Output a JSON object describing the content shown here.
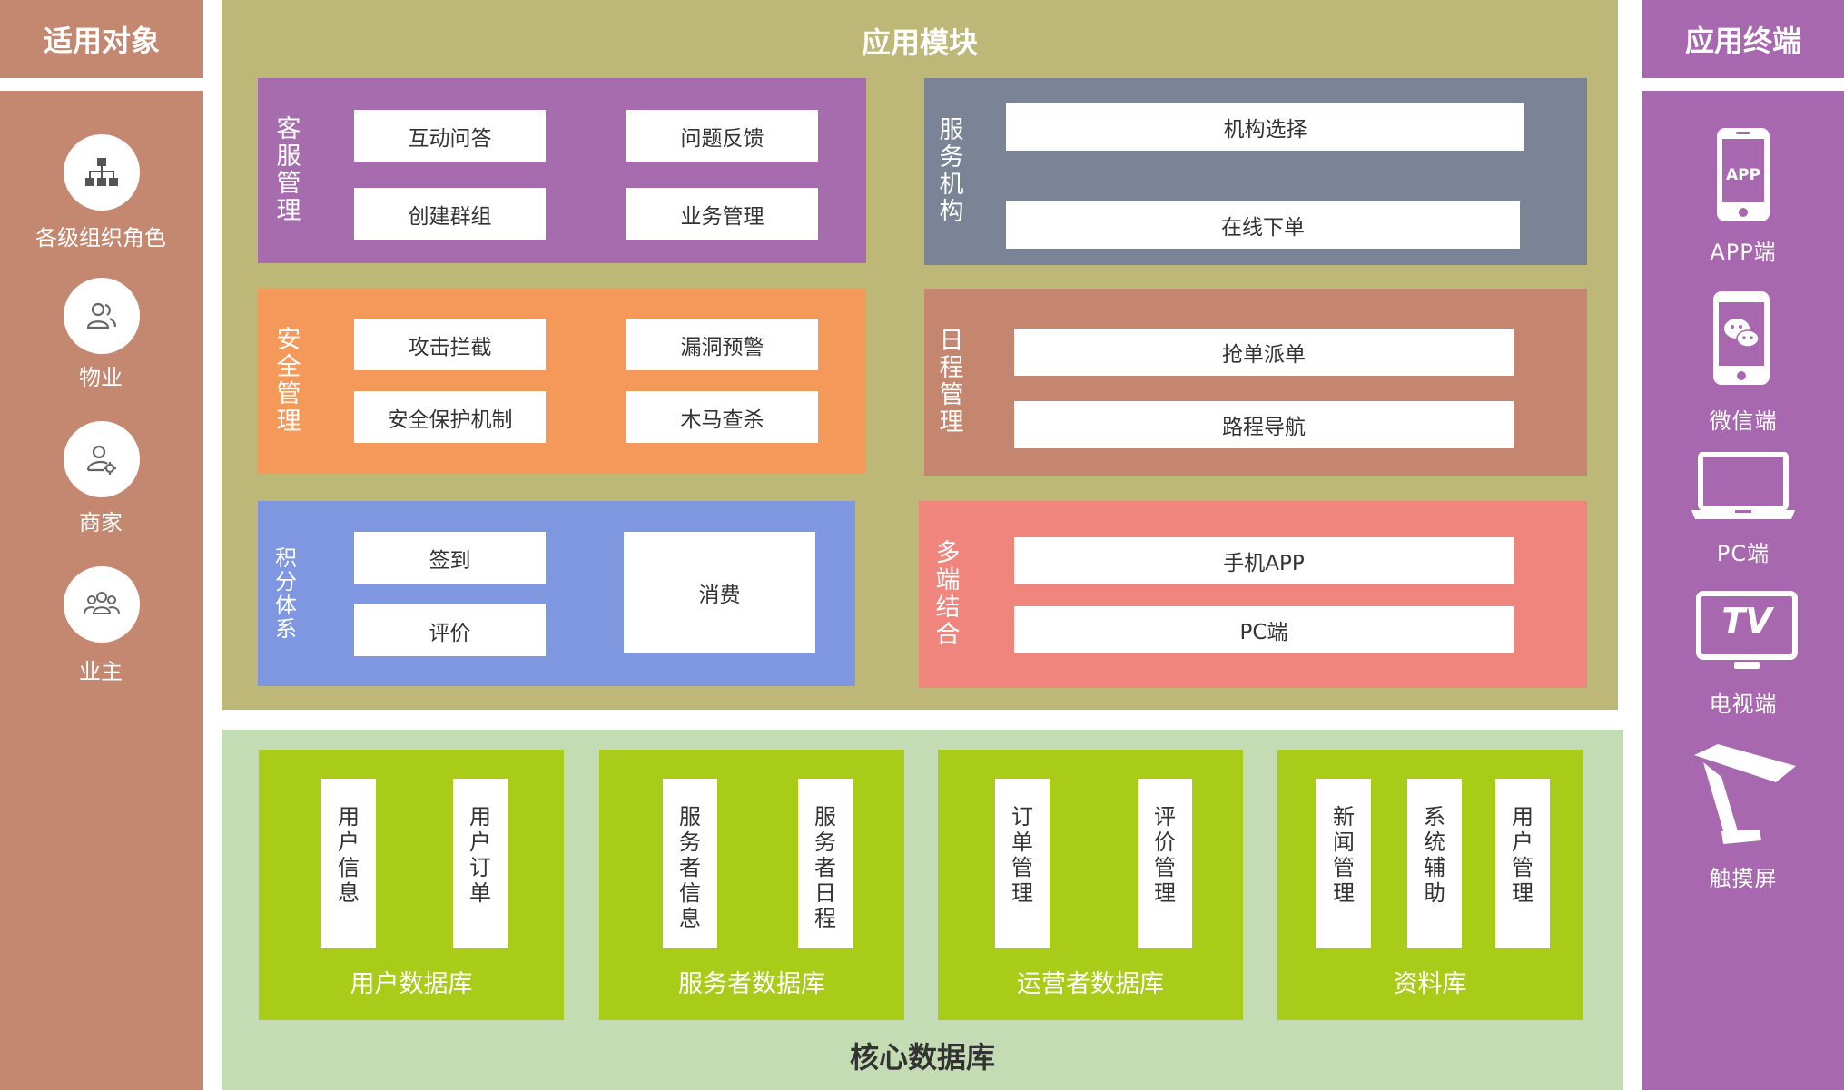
{
  "left": {
    "title": "适用对象",
    "items": [
      {
        "label": "各级组织角色",
        "icon": "org-chart-icon"
      },
      {
        "label": "物业",
        "icon": "users-icon"
      },
      {
        "label": "商家",
        "icon": "user-gear-icon"
      },
      {
        "label": "业主",
        "icon": "group-icon"
      }
    ]
  },
  "center": {
    "title": "应用模块",
    "customer_service": {
      "label": [
        "客",
        "服",
        "管",
        "理"
      ],
      "items": [
        "互动问答",
        "问题反馈",
        "创建群组",
        "业务管理"
      ]
    },
    "security": {
      "label": [
        "安",
        "全",
        "管",
        "理"
      ],
      "items": [
        "攻击拦截",
        "漏洞预警",
        "安全保护机制",
        "木马查杀"
      ]
    },
    "points": {
      "label": [
        "积",
        "分",
        "体",
        "系"
      ],
      "items": [
        "签到",
        "评价",
        "消费"
      ]
    },
    "service_org": {
      "label": [
        "服",
        "务",
        "机",
        "构"
      ],
      "items": [
        "机构选择",
        "在线下单"
      ]
    },
    "schedule": {
      "label": [
        "日",
        "程",
        "管",
        "理"
      ],
      "items": [
        "抢单派单",
        "路程导航"
      ]
    },
    "multi_end": {
      "label": [
        "多",
        "端",
        "结",
        "合"
      ],
      "items": [
        "手机APP",
        "PC端"
      ]
    }
  },
  "core": {
    "title": "核心数据库",
    "databases": [
      {
        "name": "用户数据库",
        "tables": [
          [
            "用",
            "户",
            "信",
            "息"
          ],
          [
            "用",
            "户",
            "订",
            "单"
          ]
        ]
      },
      {
        "name": "服务者数据库",
        "tables": [
          [
            "服",
            "务",
            "者",
            "信",
            "息"
          ],
          [
            "服",
            "务",
            "者",
            "日",
            "程"
          ]
        ]
      },
      {
        "name": "运营者数据库",
        "tables": [
          [
            "订",
            "单",
            "管",
            "理"
          ],
          [
            "评",
            "价",
            "管",
            "理"
          ]
        ]
      },
      {
        "name": "资料库",
        "tables": [
          [
            "新",
            "闻",
            "管",
            "理"
          ],
          [
            "系",
            "统",
            "辅",
            "助"
          ],
          [
            "用",
            "户",
            "管",
            "理"
          ]
        ]
      }
    ]
  },
  "right": {
    "title": "应用终端",
    "app_badge": "APP",
    "tv_badge": "TV",
    "items": [
      {
        "label": "APP端",
        "icon": "phone-app-icon"
      },
      {
        "label": "微信端",
        "icon": "wechat-phone-icon"
      },
      {
        "label": "PC端",
        "icon": "laptop-icon"
      },
      {
        "label": "电视端",
        "icon": "tv-icon"
      },
      {
        "label": "触摸屏",
        "icon": "touch-screen-icon"
      }
    ]
  },
  "colors": {
    "left_panel": "#c4876f",
    "right_panel": "#a868b0",
    "center_panel": "#bdb877",
    "core_panel": "#c4dcb4",
    "db_block": "#a8cc18",
    "customer_service": "#a66cae",
    "security": "#f4995a",
    "points": "#7f97e1",
    "service_org": "#7b8496",
    "schedule": "#c4866f",
    "multi_end": "#ef857c"
  }
}
